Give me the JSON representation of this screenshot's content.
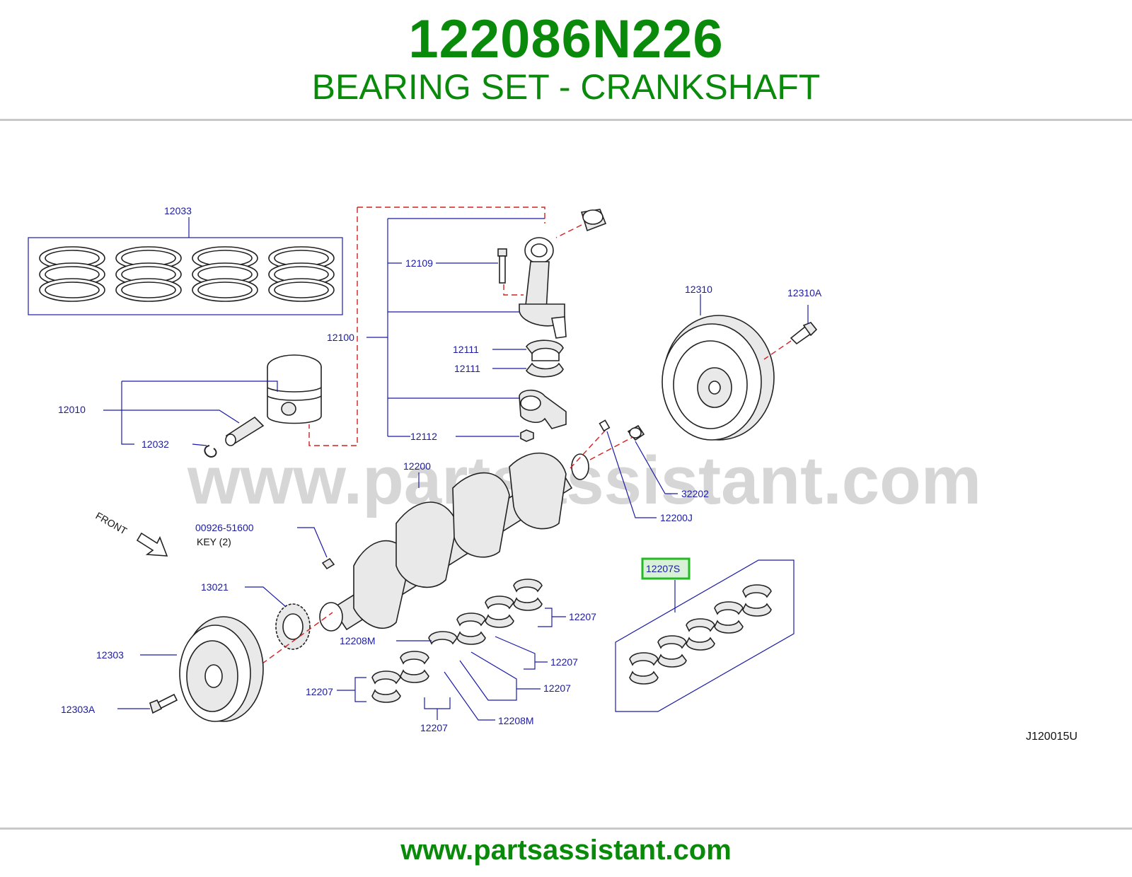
{
  "header": {
    "part_number": "122086N226",
    "part_name": "BEARING SET - CRANKSHAFT"
  },
  "diagram": {
    "watermark": "www.partsassistant.com",
    "code": "J120015U",
    "front_label": "FRONT",
    "key_note": "KEY  (2)",
    "highlighted": "12207S",
    "callouts": {
      "c12033": "12033",
      "c12109": "12109",
      "c12100": "12100",
      "c12111a": "12111",
      "c12111b": "12111",
      "c12010": "12010",
      "c12032": "12032",
      "c12112": "12112",
      "c12310": "12310",
      "c12310A": "12310A",
      "c12200": "12200",
      "c32202": "32202",
      "c12200J": "12200J",
      "c00926": "00926-51600",
      "c13021": "13021",
      "c12207S": "12207S",
      "c12207a": "12207",
      "c12208Ma": "12208M",
      "c12207b": "12207",
      "c12303": "12303",
      "c12207c": "12207",
      "c12207d": "12207",
      "c12303A": "12303A",
      "c12208Mb": "12208M",
      "c12207e": "12207"
    }
  },
  "footer": {
    "url": "www.partsassistant.com"
  },
  "colors": {
    "brand_green": "#0a8a0a",
    "callout_blue": "#1a1aa6",
    "dash_red": "#d42020",
    "highlight_green": "#22bb22"
  }
}
